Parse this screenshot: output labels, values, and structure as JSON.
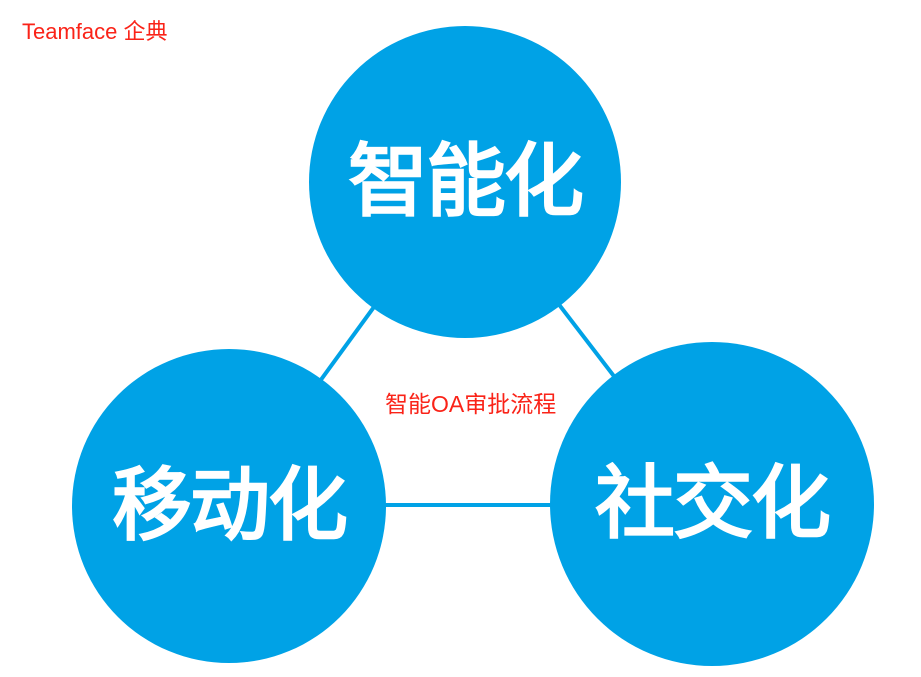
{
  "header": {
    "brand": "Teamface 企典"
  },
  "diagram": {
    "title": "智能OA审批流程",
    "nodes": [
      {
        "id": "intelligence",
        "label": "智能化"
      },
      {
        "id": "mobile",
        "label": "移动化"
      },
      {
        "id": "social",
        "label": "社交化"
      }
    ],
    "connections": [
      {
        "from": "智能化",
        "to": "移动化"
      },
      {
        "from": "智能化",
        "to": "社交化"
      },
      {
        "from": "移动化",
        "to": "社交化"
      }
    ]
  },
  "colors": {
    "circle_fill": "#00A2E6",
    "connector_line": "#00A2E6",
    "circle_text": "#FFFFFF",
    "accent_red": "#FA2318",
    "background": "#FFFFFF"
  }
}
